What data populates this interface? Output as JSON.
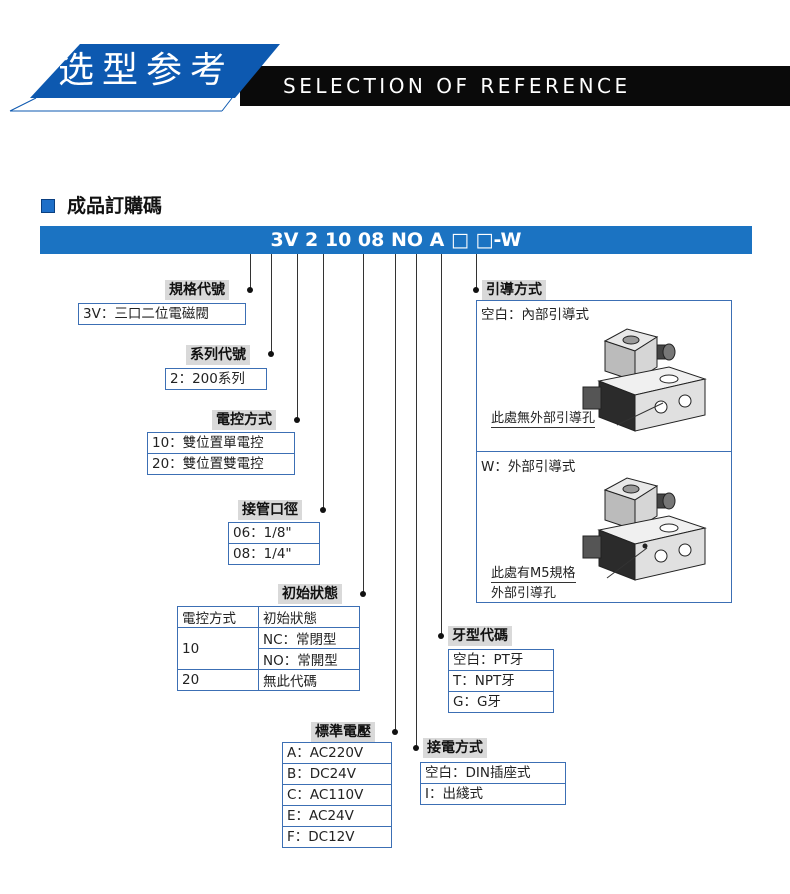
{
  "header": {
    "title": "选型参考",
    "subtitle": "SELECTION OF REFERENCE"
  },
  "section": {
    "title": "成品訂購碼"
  },
  "model_code": "3V 2 10 08 NO A □ □-W",
  "spec": {
    "label": "規格代號",
    "items": [
      "3V：三口二位電磁閥"
    ]
  },
  "series": {
    "label": "系列代號",
    "items": [
      "2：200系列"
    ]
  },
  "control": {
    "label": "電控方式",
    "items": [
      "10：雙位置單電控",
      "20：雙位置雙電控"
    ]
  },
  "port": {
    "label": "接管口徑",
    "items": [
      "06：1/8\"",
      "08：1/4\""
    ]
  },
  "initial": {
    "label": "初始狀態",
    "headers": [
      "電控方式",
      "初始狀態"
    ],
    "r10": "10",
    "nc": "NC：常閉型",
    "no": "NO：常開型",
    "r20": "20",
    "none": "無此代碼"
  },
  "voltage": {
    "label": "標準電壓",
    "items": [
      "A：AC220V",
      "B：DC24V",
      "C：AC110V",
      "E：AC24V",
      "F：DC12V"
    ]
  },
  "wiring": {
    "label": "接電方式",
    "items": [
      "空白：DIN插座式",
      "I：出綫式"
    ]
  },
  "thread": {
    "label": "牙型代碼",
    "items": [
      "空白：PT牙",
      "T：NPT牙",
      "G：G牙"
    ]
  },
  "pilot": {
    "label": "引導方式",
    "internal": {
      "title": "空白：內部引導式",
      "callout": "此處無外部引導孔"
    },
    "external": {
      "title": "W：外部引導式",
      "callout_line1": "此處有M5規格",
      "callout_line2": "外部引導孔"
    }
  }
}
